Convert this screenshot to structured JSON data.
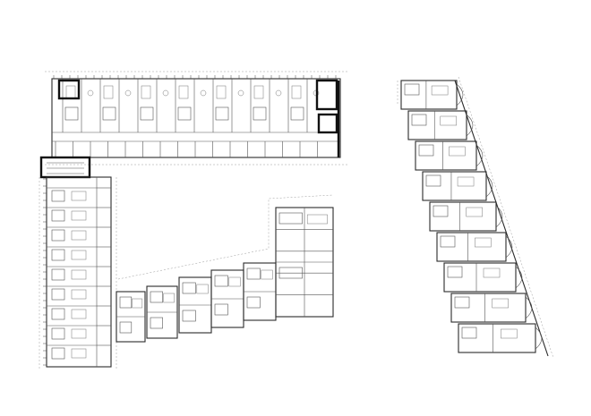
{
  "drawing": {
    "type": "floor-plan",
    "style": "architectural line drawing",
    "colors": {
      "background": "#ffffff",
      "line": "#2b2b2b",
      "heavy": "#111111",
      "dash": "#9a9a9a"
    },
    "blocks": [
      {
        "name": "l-shaped-building",
        "wings": [
          "north-wing",
          "west-wing"
        ],
        "cores": 3
      },
      {
        "name": "stepped-building",
        "rows": 6,
        "units_per_row": 2
      },
      {
        "name": "tapered-building",
        "units": 9
      }
    ]
  }
}
